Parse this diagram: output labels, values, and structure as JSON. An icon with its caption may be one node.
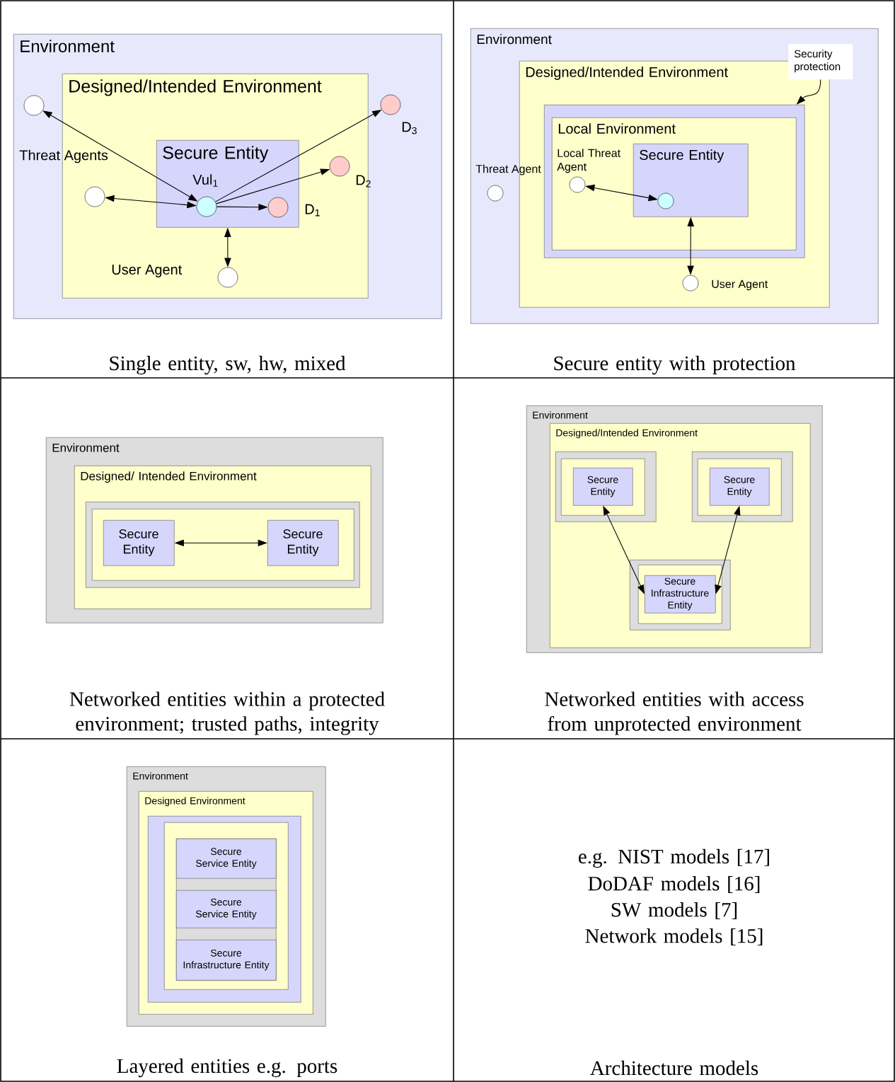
{
  "diagram": {
    "nodes": [
      {
        "text": [
          "Environment"
        ]
      },
      {
        "text": [
          "Designed/Intended Environment"
        ],
        "in": 0
      },
      {
        "text": [
          "Secure Entity"
        ],
        "in": 1
      },
      {
        "text": [],
        "shape": "circle",
        "in": 2,
        "beside": [
          "Vul$_{1}$"
        ]
      },
      {
        "text": [],
        "shape": "circle",
        "in": 2,
        "beside": [
          "D$_{1}$"
        ]
      },
      {
        "text": [],
        "shape": "circle",
        "in": 1,
        "beside": [
          "D$_{2}$"
        ]
      },
      {
        "text": [],
        "shape": "circle",
        "in": 0,
        "beside": [
          "D$_{3}$"
        ]
      },
      {
        "text": [],
        "shape": "circle",
        "in": 0
      },
      {
        "text": [],
        "shape": "circle",
        "in": 1
      },
      {
        "text": [],
        "shape": "circle",
        "in": 1,
        "beside": [
          "User Agent"
        ]
      },
      {
        "text": [
          "Environment"
        ]
      },
      {
        "text": [
          "Designed/Intended Environment"
        ],
        "in": 10
      },
      {
        "text": [],
        "shape": "box",
        "in": 11
      },
      {
        "text": [
          "Local Environment"
        ],
        "in": 12
      },
      {
        "text": [
          "Secure Entity"
        ],
        "in": 13
      },
      {
        "text": [],
        "shape": "circle",
        "in": 14
      },
      {
        "text": [],
        "shape": "circle",
        "in": 13,
        "beside": [
          "Local Threat Agent"
        ]
      },
      {
        "text": [],
        "shape": "circle",
        "in": 10,
        "beside": [
          "Threat Agent"
        ]
      },
      {
        "text": [],
        "shape": "circle",
        "in": 11,
        "beside": [
          "User Agent"
        ]
      },
      {
        "text": [
          "Security protection"
        ],
        "in": 10
      },
      {
        "text": [
          "Environment"
        ]
      },
      {
        "text": [
          "Designed/ Intended Environment"
        ],
        "in": 20
      },
      {
        "text": [],
        "shape": "box",
        "in": 21
      },
      {
        "text": [],
        "shape": "box",
        "in": 22
      },
      {
        "text": [
          "Secure Entity"
        ],
        "in": 23
      },
      {
        "text": [
          "Secure Entity"
        ],
        "in": 23
      },
      {
        "text": [
          "Environment"
        ]
      },
      {
        "text": [
          "Designed/Intended Environment"
        ],
        "in": 26
      },
      {
        "text": [],
        "shape": "box",
        "in": 27
      },
      {
        "text": [],
        "shape": "box",
        "in": 28
      },
      {
        "text": [
          "Secure Entity"
        ],
        "in": 29
      },
      {
        "text": [],
        "shape": "box",
        "in": 27
      },
      {
        "text": [],
        "shape": "box",
        "in": 31
      },
      {
        "text": [
          "Secure Entity"
        ],
        "in": 32
      },
      {
        "text": [],
        "shape": "box",
        "in": 27
      },
      {
        "text": [],
        "shape": "box",
        "in": 34
      },
      {
        "text": [
          "Secure Infrastructure Entity"
        ],
        "in": 35
      },
      {
        "text": [
          "Environment"
        ]
      },
      {
        "text": [
          "Designed Environment"
        ],
        "in": 37
      },
      {
        "text": [],
        "shape": "box",
        "in": 38
      },
      {
        "text": [],
        "shape": "box",
        "in": 39
      },
      {
        "text": [],
        "shape": "box",
        "in": 40
      },
      {
        "text": [
          "Secure Service Entity"
        ],
        "in": 41
      },
      {
        "text": [
          "Secure Service Entity"
        ],
        "in": 41
      },
      {
        "text": [
          "Secure Infrastructure Entity"
        ],
        "in": 41
      }
    ],
    "edges": [
      {
        "from": 3,
        "to": 7,
        "arrow": "both"
      },
      {
        "from": 8,
        "to": 3,
        "arrow": "both"
      },
      {
        "from": 3,
        "to": 4,
        "arrow": "to"
      },
      {
        "from": 3,
        "to": 5,
        "arrow": "to"
      },
      {
        "from": 3,
        "to": 6,
        "arrow": "to"
      },
      {
        "from": 2,
        "to": 9,
        "arrow": "both"
      },
      {
        "from": 16,
        "to": 15,
        "arrow": "both"
      },
      {
        "from": 14,
        "to": 18,
        "arrow": "both"
      },
      {
        "from": 19,
        "to": 12,
        "arrow": "to"
      },
      {
        "from": 24,
        "to": 25,
        "arrow": "both"
      },
      {
        "from": 30,
        "to": 36,
        "arrow": "both"
      },
      {
        "from": 33,
        "to": 36,
        "arrow": "both"
      }
    ],
    "labels": [
      "Threat Agents",
      "Single entity, sw, hw, mixed",
      "Secure entity with protection",
      "Networked entities within a protected environment; trusted paths, integrity",
      "Networked entities with access from unprotected environment",
      "e.g. NIST models [17]",
      "DoDAF models [16]",
      "SW models [7]",
      "Network models [15]",
      "Layered entities e.g. ports",
      "Architecture models"
    ]
  }
}
